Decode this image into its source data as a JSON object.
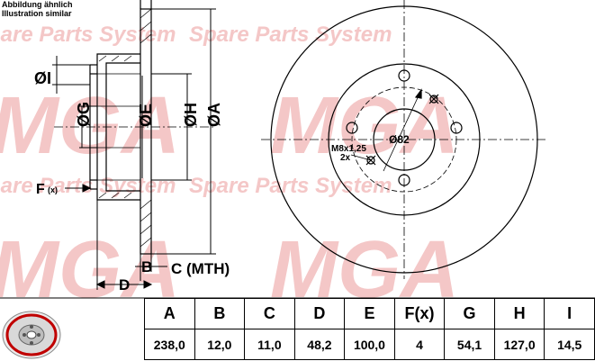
{
  "notes": {
    "de": "Abbildung ähnlich",
    "en": "Illustration similar"
  },
  "watermark": {
    "brand": "MGA",
    "text": "Spare Parts System"
  },
  "labels": {
    "I": "ØI",
    "G": "ØG",
    "E": "ØE",
    "H": "ØH",
    "A": "ØA",
    "F": "F",
    "F_sub": "(x)",
    "B": "B",
    "C": "C (MTH)",
    "D": "D",
    "center": "Ø82",
    "thread": "M8x1,25",
    "thread_count": "2x"
  },
  "table": {
    "headers": [
      "A",
      "B",
      "C",
      "D",
      "E",
      "F(x)",
      "G",
      "H",
      "I"
    ],
    "values": [
      "238,0",
      "12,0",
      "11,0",
      "48,2",
      "100,0",
      "4",
      "54,1",
      "127,0",
      "14,5"
    ]
  },
  "colors": {
    "line": "#000000",
    "watermark": "#f4c7c7",
    "thumb_accent": "#c00000"
  }
}
